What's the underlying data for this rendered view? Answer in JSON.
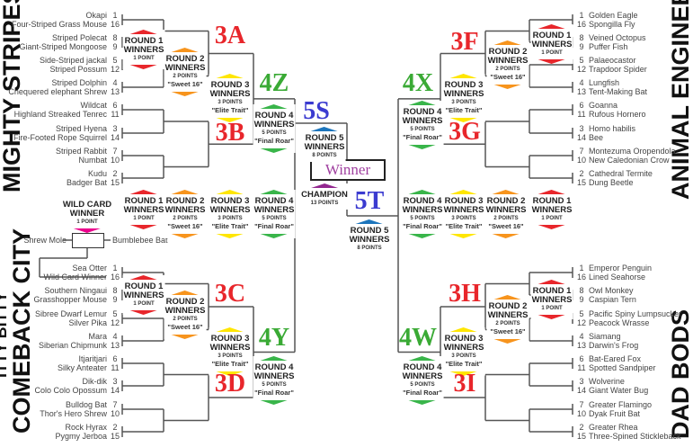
{
  "titles": {
    "top_left": "MIGHTY STRIPES",
    "bottom_left_1": "ITTY BITTY",
    "bottom_left_2": "COMEBACK CITY",
    "top_right": "ANIMAL ENGINEERS",
    "bottom_right": "DAD BODS"
  },
  "regions": {
    "mighty_stripes": [
      [
        "1",
        "Okapi"
      ],
      [
        "16",
        "Four-Striped Grass Mouse"
      ],
      [
        "8",
        "Striped Polecat"
      ],
      [
        "9",
        "Giant-Striped Mongoose"
      ],
      [
        "5",
        "Side-Striped jackal"
      ],
      [
        "12",
        "Striped Possum"
      ],
      [
        "4",
        "Striped Dolphin"
      ],
      [
        "13",
        "Chequered elephant Shrew"
      ],
      [
        "6",
        "Wildcat"
      ],
      [
        "11",
        "Highland Streaked Tenrec"
      ],
      [
        "3",
        "Striped Hyena"
      ],
      [
        "14",
        "Fire-Footed Rope Squirrel"
      ],
      [
        "7",
        "Striped Rabbit"
      ],
      [
        "10",
        "Numbat"
      ],
      [
        "2",
        "Kudu"
      ],
      [
        "15",
        "Badger Bat"
      ]
    ],
    "comeback_city": [
      [
        "1",
        "Sea Otter"
      ],
      [
        "16",
        "Wild Card Winner"
      ],
      [
        "8",
        "Southern Ningaui"
      ],
      [
        "9",
        "Grasshopper Mouse"
      ],
      [
        "5",
        "Sibree Dwarf Lemur"
      ],
      [
        "12",
        "Silver Pika"
      ],
      [
        "4",
        "Mara"
      ],
      [
        "13",
        "Siberian Chipmunk"
      ],
      [
        "6",
        "Itjaritjari"
      ],
      [
        "11",
        "Silky Anteater"
      ],
      [
        "3",
        "Dik-dik"
      ],
      [
        "14",
        "Colo Colo Opossum"
      ],
      [
        "7",
        "Bulldog Bat"
      ],
      [
        "10",
        "Thor's Hero Shrew"
      ],
      [
        "2",
        "Rock Hyrax"
      ],
      [
        "15",
        "Pygmy Jerboa"
      ]
    ],
    "animal_engineers": [
      [
        "1",
        "Golden Eagle"
      ],
      [
        "16",
        "Spongilla Fly"
      ],
      [
        "8",
        "Veined Octopus"
      ],
      [
        "9",
        "Puffer Fish"
      ],
      [
        "5",
        "Palaeocastor"
      ],
      [
        "12",
        "Trapdoor Spider"
      ],
      [
        "4",
        "Lungfish"
      ],
      [
        "13",
        "Tent-Making Bat"
      ],
      [
        "6",
        "Goanna"
      ],
      [
        "11",
        "Rufous Hornero"
      ],
      [
        "3",
        "Homo habilis"
      ],
      [
        "14",
        "Bee"
      ],
      [
        "7",
        "Montezuma Oropendola"
      ],
      [
        "10",
        "New Caledonian Crow"
      ],
      [
        "2",
        "Cathedral Termite"
      ],
      [
        "15",
        "Dung Beetle"
      ]
    ],
    "dad_bods": [
      [
        "1",
        "Emperor Penguin"
      ],
      [
        "16",
        "Lined Seahorse"
      ],
      [
        "8",
        "Owl Monkey"
      ],
      [
        "9",
        "Caspian Tern"
      ],
      [
        "5",
        "Pacific Spiny Lumpsucker"
      ],
      [
        "12",
        "Peacock Wrasse"
      ],
      [
        "4",
        "Siamang"
      ],
      [
        "13",
        "Darwin's Frog"
      ],
      [
        "6",
        "Bat-Eared Fox"
      ],
      [
        "11",
        "Spotted Sandpiper"
      ],
      [
        "3",
        "Wolverine"
      ],
      [
        "14",
        "Giant Water Bug"
      ],
      [
        "7",
        "Greater Flamingo"
      ],
      [
        "10",
        "Dyak Fruit Bat"
      ],
      [
        "2",
        "Greater Rhea"
      ],
      [
        "15",
        "Three-Spined Stickleback"
      ]
    ]
  },
  "wild_card": {
    "left": "Shrew Mole",
    "right": "Bumblebee Bat"
  },
  "rounds": [
    {
      "l1": "WILD CARD",
      "l2": "WINNER",
      "pts": "1 POINT",
      "nick": "",
      "color": "#ec008c"
    },
    {
      "l1": "ROUND 1",
      "l2": "WINNERS",
      "pts": "1 POINT",
      "nick": "",
      "color": "#e8262b"
    },
    {
      "l1": "ROUND 2",
      "l2": "WINNERS",
      "pts": "2 POINTS",
      "nick": "\"Sweet 16\"",
      "color": "#f7941d"
    },
    {
      "l1": "ROUND 3",
      "l2": "WINNERS",
      "pts": "3 POINTS",
      "nick": "\"Elite Trait\"",
      "color": "#ffe600"
    },
    {
      "l1": "ROUND 4",
      "l2": "WINNERS",
      "pts": "5 POINTS",
      "nick": "\"Final Roar\"",
      "color": "#39b54a"
    },
    {
      "l1": "ROUND 5",
      "l2": "WINNERS",
      "pts": "8 POINTS",
      "nick": "",
      "color": "#1c75bc"
    },
    {
      "l1": "CHAMPION",
      "l2": "",
      "pts": "13 POINTS",
      "nick": "",
      "color": "#92278f"
    }
  ],
  "codes": [
    {
      "t": "3A",
      "c": "#e8262b"
    },
    {
      "t": "3B",
      "c": "#e8262b"
    },
    {
      "t": "3C",
      "c": "#e8262b"
    },
    {
      "t": "3D",
      "c": "#e8262b"
    },
    {
      "t": "4Z",
      "c": "#3aaa35"
    },
    {
      "t": "4Y",
      "c": "#3aaa35"
    },
    {
      "t": "5S",
      "c": "#3b3bd0"
    },
    {
      "t": "5T",
      "c": "#3b3bd0"
    },
    {
      "t": "4X",
      "c": "#3aaa35"
    },
    {
      "t": "4W",
      "c": "#3aaa35"
    },
    {
      "t": "3F",
      "c": "#e8262b"
    },
    {
      "t": "3G",
      "c": "#e8262b"
    },
    {
      "t": "3H",
      "c": "#e8262b"
    },
    {
      "t": "3I",
      "c": "#e8262b"
    }
  ],
  "winner_label": "Winner"
}
